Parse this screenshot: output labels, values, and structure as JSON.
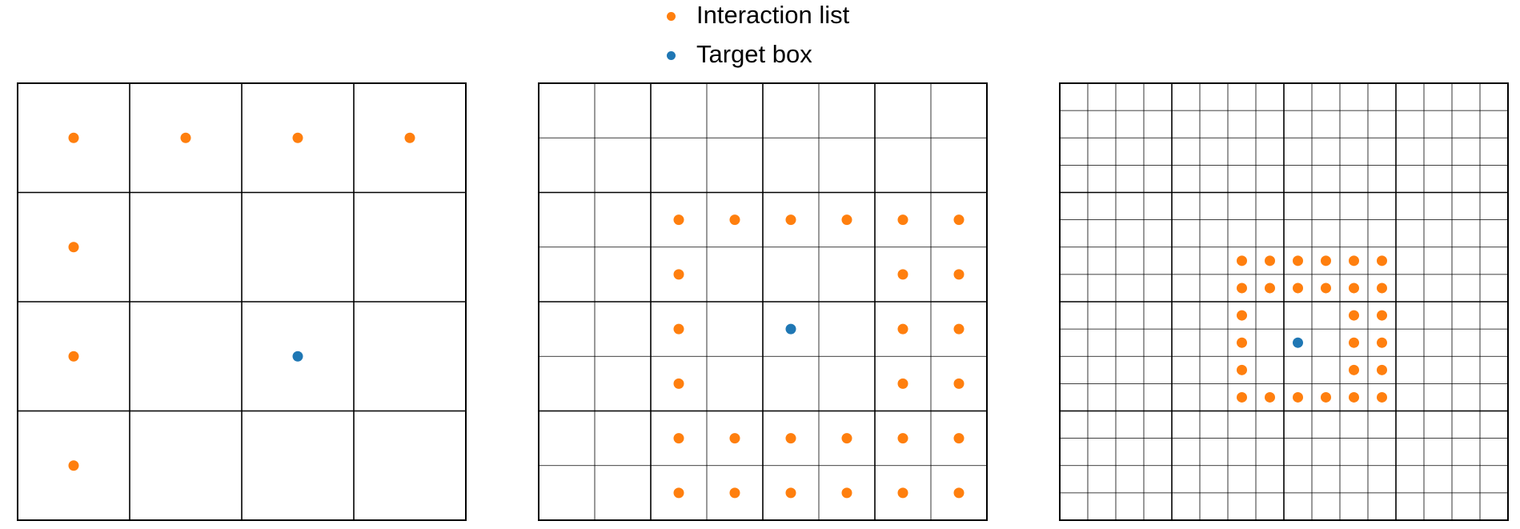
{
  "legend": {
    "items": [
      {
        "label": "Interaction list",
        "color": "#ff7f0e"
      },
      {
        "label": "Target box",
        "color": "#1f77b4"
      }
    ]
  },
  "panels": [
    {
      "cells": 4,
      "major_every": 1,
      "target": [
        2,
        2
      ],
      "interaction": [
        [
          0,
          0
        ],
        [
          1,
          0
        ],
        [
          2,
          0
        ],
        [
          3,
          0
        ],
        [
          0,
          1
        ],
        [
          0,
          2
        ],
        [
          0,
          3
        ]
      ]
    },
    {
      "cells": 8,
      "major_every": 2,
      "target": [
        4,
        4
      ],
      "interaction": [
        [
          2,
          2
        ],
        [
          3,
          2
        ],
        [
          4,
          2
        ],
        [
          5,
          2
        ],
        [
          6,
          2
        ],
        [
          7,
          2
        ],
        [
          2,
          3
        ],
        [
          6,
          3
        ],
        [
          7,
          3
        ],
        [
          2,
          4
        ],
        [
          6,
          4
        ],
        [
          7,
          4
        ],
        [
          2,
          5
        ],
        [
          6,
          5
        ],
        [
          7,
          5
        ],
        [
          2,
          6
        ],
        [
          3,
          6
        ],
        [
          4,
          6
        ],
        [
          5,
          6
        ],
        [
          6,
          6
        ],
        [
          7,
          6
        ],
        [
          2,
          7
        ],
        [
          3,
          7
        ],
        [
          4,
          7
        ],
        [
          5,
          7
        ],
        [
          6,
          7
        ],
        [
          7,
          7
        ]
      ]
    },
    {
      "cells": 16,
      "major_every": 4,
      "target": [
        8,
        9
      ],
      "interaction": [
        [
          6,
          6
        ],
        [
          7,
          6
        ],
        [
          8,
          6
        ],
        [
          9,
          6
        ],
        [
          10,
          6
        ],
        [
          11,
          6
        ],
        [
          6,
          7
        ],
        [
          7,
          7
        ],
        [
          8,
          7
        ],
        [
          9,
          7
        ],
        [
          10,
          7
        ],
        [
          11,
          7
        ],
        [
          6,
          8
        ],
        [
          10,
          8
        ],
        [
          11,
          8
        ],
        [
          6,
          9
        ],
        [
          10,
          9
        ],
        [
          11,
          9
        ],
        [
          6,
          10
        ],
        [
          10,
          10
        ],
        [
          11,
          10
        ],
        [
          6,
          11
        ],
        [
          7,
          11
        ],
        [
          8,
          11
        ],
        [
          9,
          11
        ],
        [
          10,
          11
        ],
        [
          11,
          11
        ]
      ]
    }
  ]
}
